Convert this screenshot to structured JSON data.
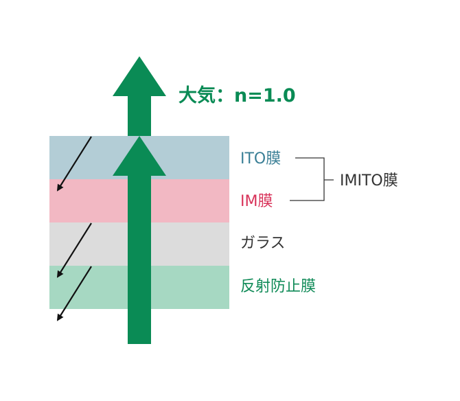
{
  "title": "大気：n=1.0",
  "layers": [
    {
      "id": "ito",
      "label": "ITO膜",
      "fill": "#b3cdd6",
      "text_color": "#3a7f96"
    },
    {
      "id": "im",
      "label": "IM膜",
      "fill": "#f2b8c3",
      "text_color": "#d8335a"
    },
    {
      "id": "glass",
      "label": "ガラス",
      "fill": "#dcdcdc",
      "text_color": "#333333"
    },
    {
      "id": "ar",
      "label": "反射防止膜",
      "fill": "#a6d8c2",
      "text_color": "#0f8a57"
    }
  ],
  "group_label": "IMITO膜",
  "colors": {
    "arrow_green": "#0a8b55",
    "title_green": "#0a8b55",
    "reflection_arrow": "#111111",
    "bracket": "#333333"
  }
}
